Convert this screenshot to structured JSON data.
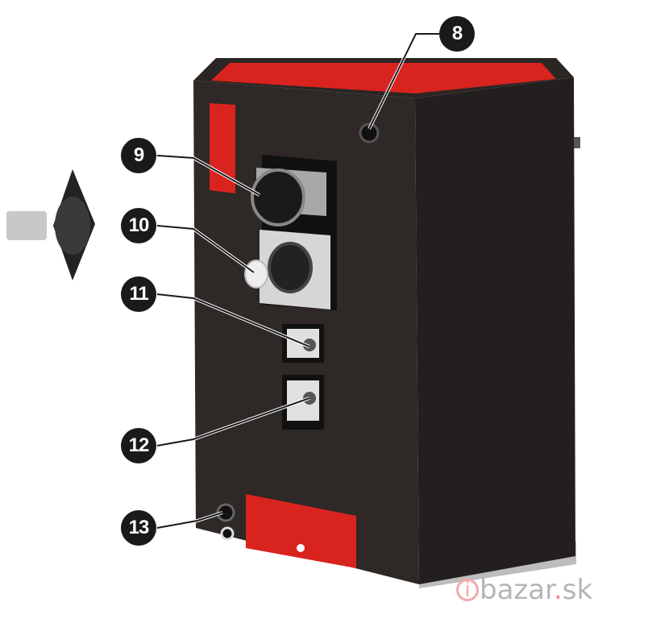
{
  "callouts": [
    "8",
    "9",
    "10",
    "11",
    "12",
    "13"
  ],
  "watermark": {
    "prefix": "i",
    "name": "bazar",
    "dot": ".",
    "tld": "sk"
  },
  "colors": {
    "body": "#2b2523",
    "side": "#231f1e",
    "red": "#d8231f",
    "callout": "#1a1a1a"
  }
}
